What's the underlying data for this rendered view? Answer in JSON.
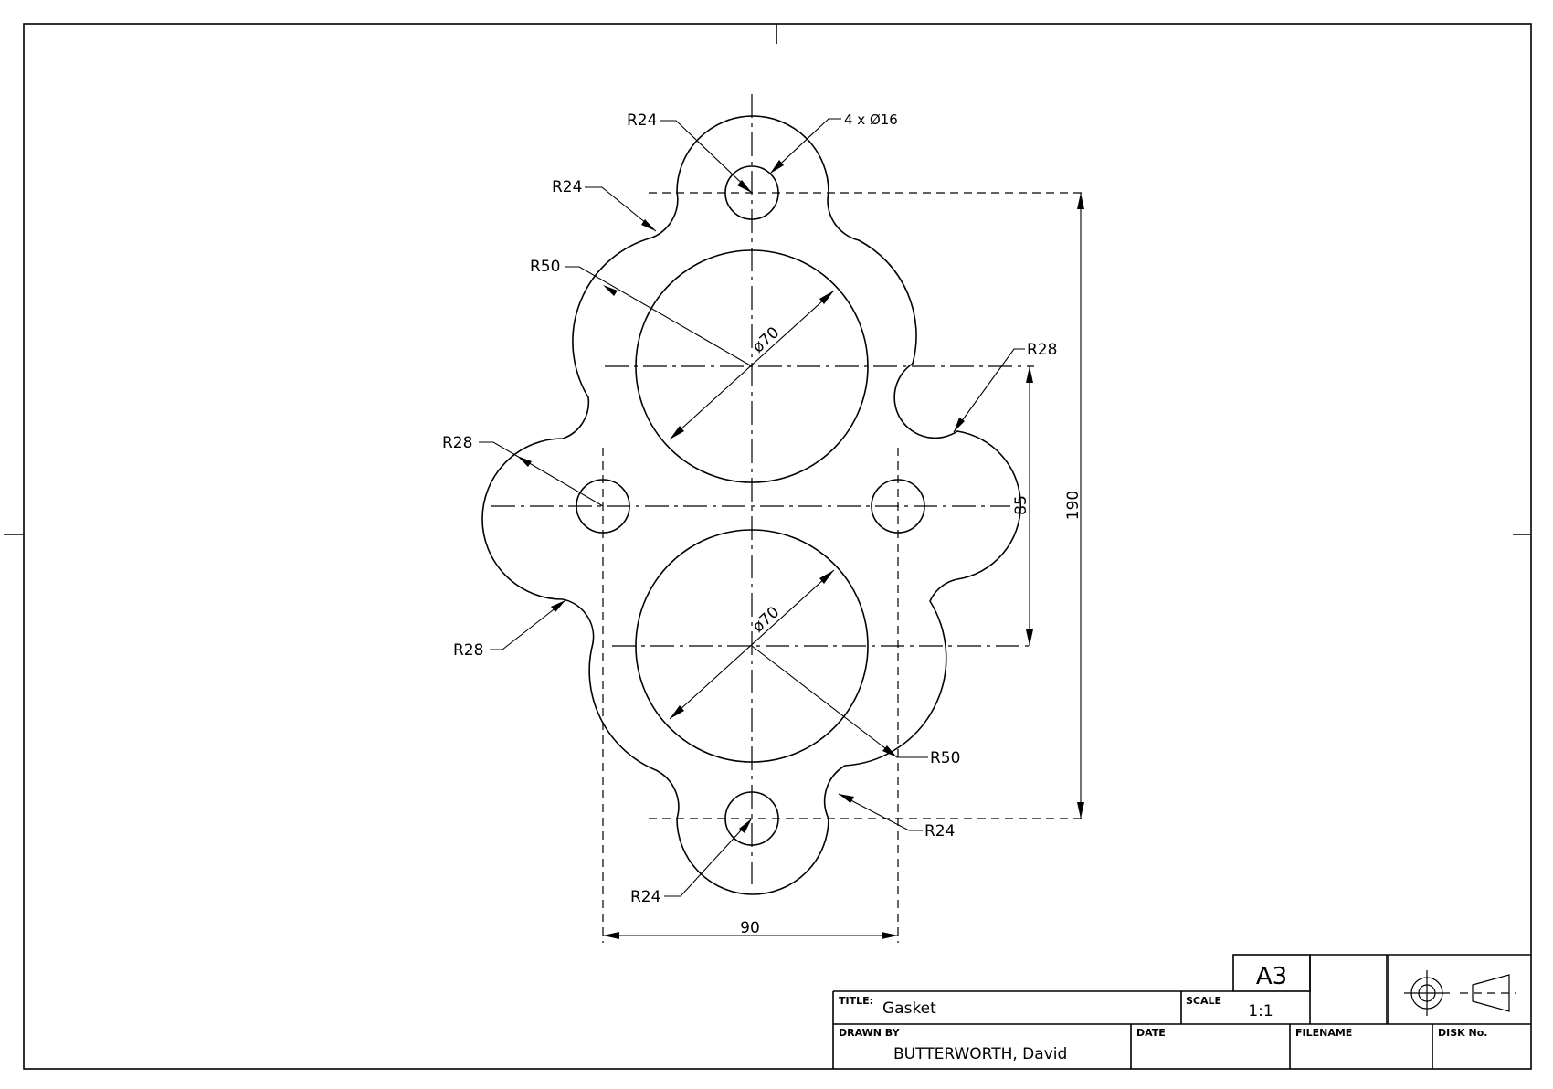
{
  "drawing": {
    "labels": {
      "r24_top_left": "R24",
      "hole_spec": "4 x Ø16",
      "r24_left": "R24",
      "r50_upper": "R50",
      "dia70_upper": "ø70",
      "r28_right": "R28",
      "r28_left": "R28",
      "dim_85": "85",
      "dim_190": "190",
      "r28_lower_left": "R28",
      "dia70_lower": "ø70",
      "r50_lower": "R50",
      "r24_lower_right": "R24",
      "r24_bottom": "R24",
      "dim_90": "90"
    }
  },
  "title_block": {
    "sheet_size": "A3",
    "title_label": "TITLE:",
    "title_value": "Gasket",
    "scale_label": "SCALE",
    "scale_value": "1:1",
    "drawn_by_label": "DRAWN BY",
    "drawn_by_value": "BUTTERWORTH, David",
    "date_label": "DATE",
    "filename_label": "FILENAME",
    "disk_label": "DISK No."
  }
}
